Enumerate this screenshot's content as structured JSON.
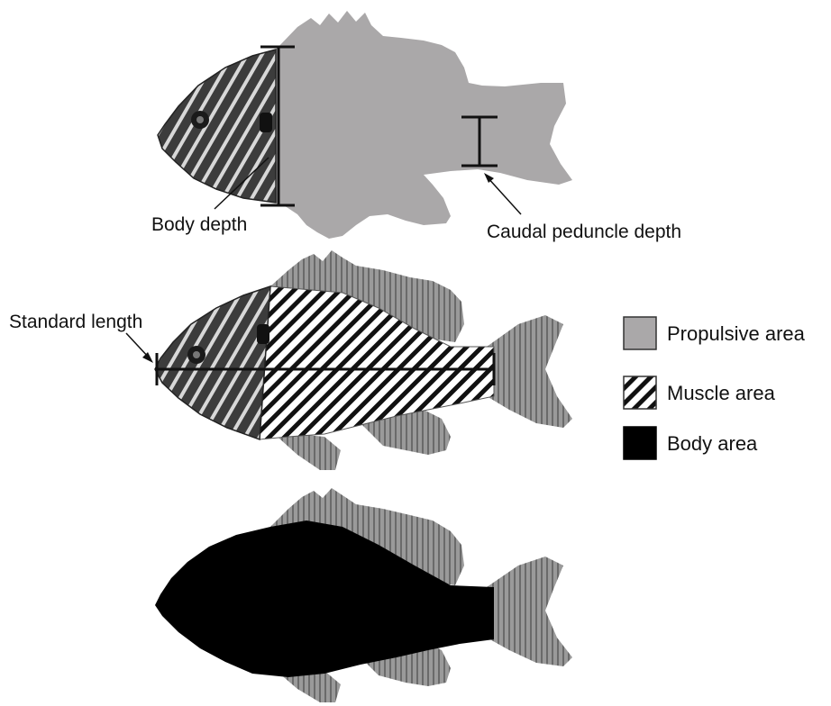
{
  "labels": {
    "body_depth": "Body depth",
    "caudal_peduncle_depth": "Caudal peduncle depth",
    "standard_length": "Standard length"
  },
  "legend": {
    "propulsive": "Propulsive area",
    "muscle": "Muscle area",
    "body": "Body area"
  },
  "colors": {
    "propulsive": "#aaa8a9",
    "muscle_stripe": "#111111",
    "body": "#000000",
    "head": "#4a4a4a",
    "fin": "#8e8e8e"
  }
}
